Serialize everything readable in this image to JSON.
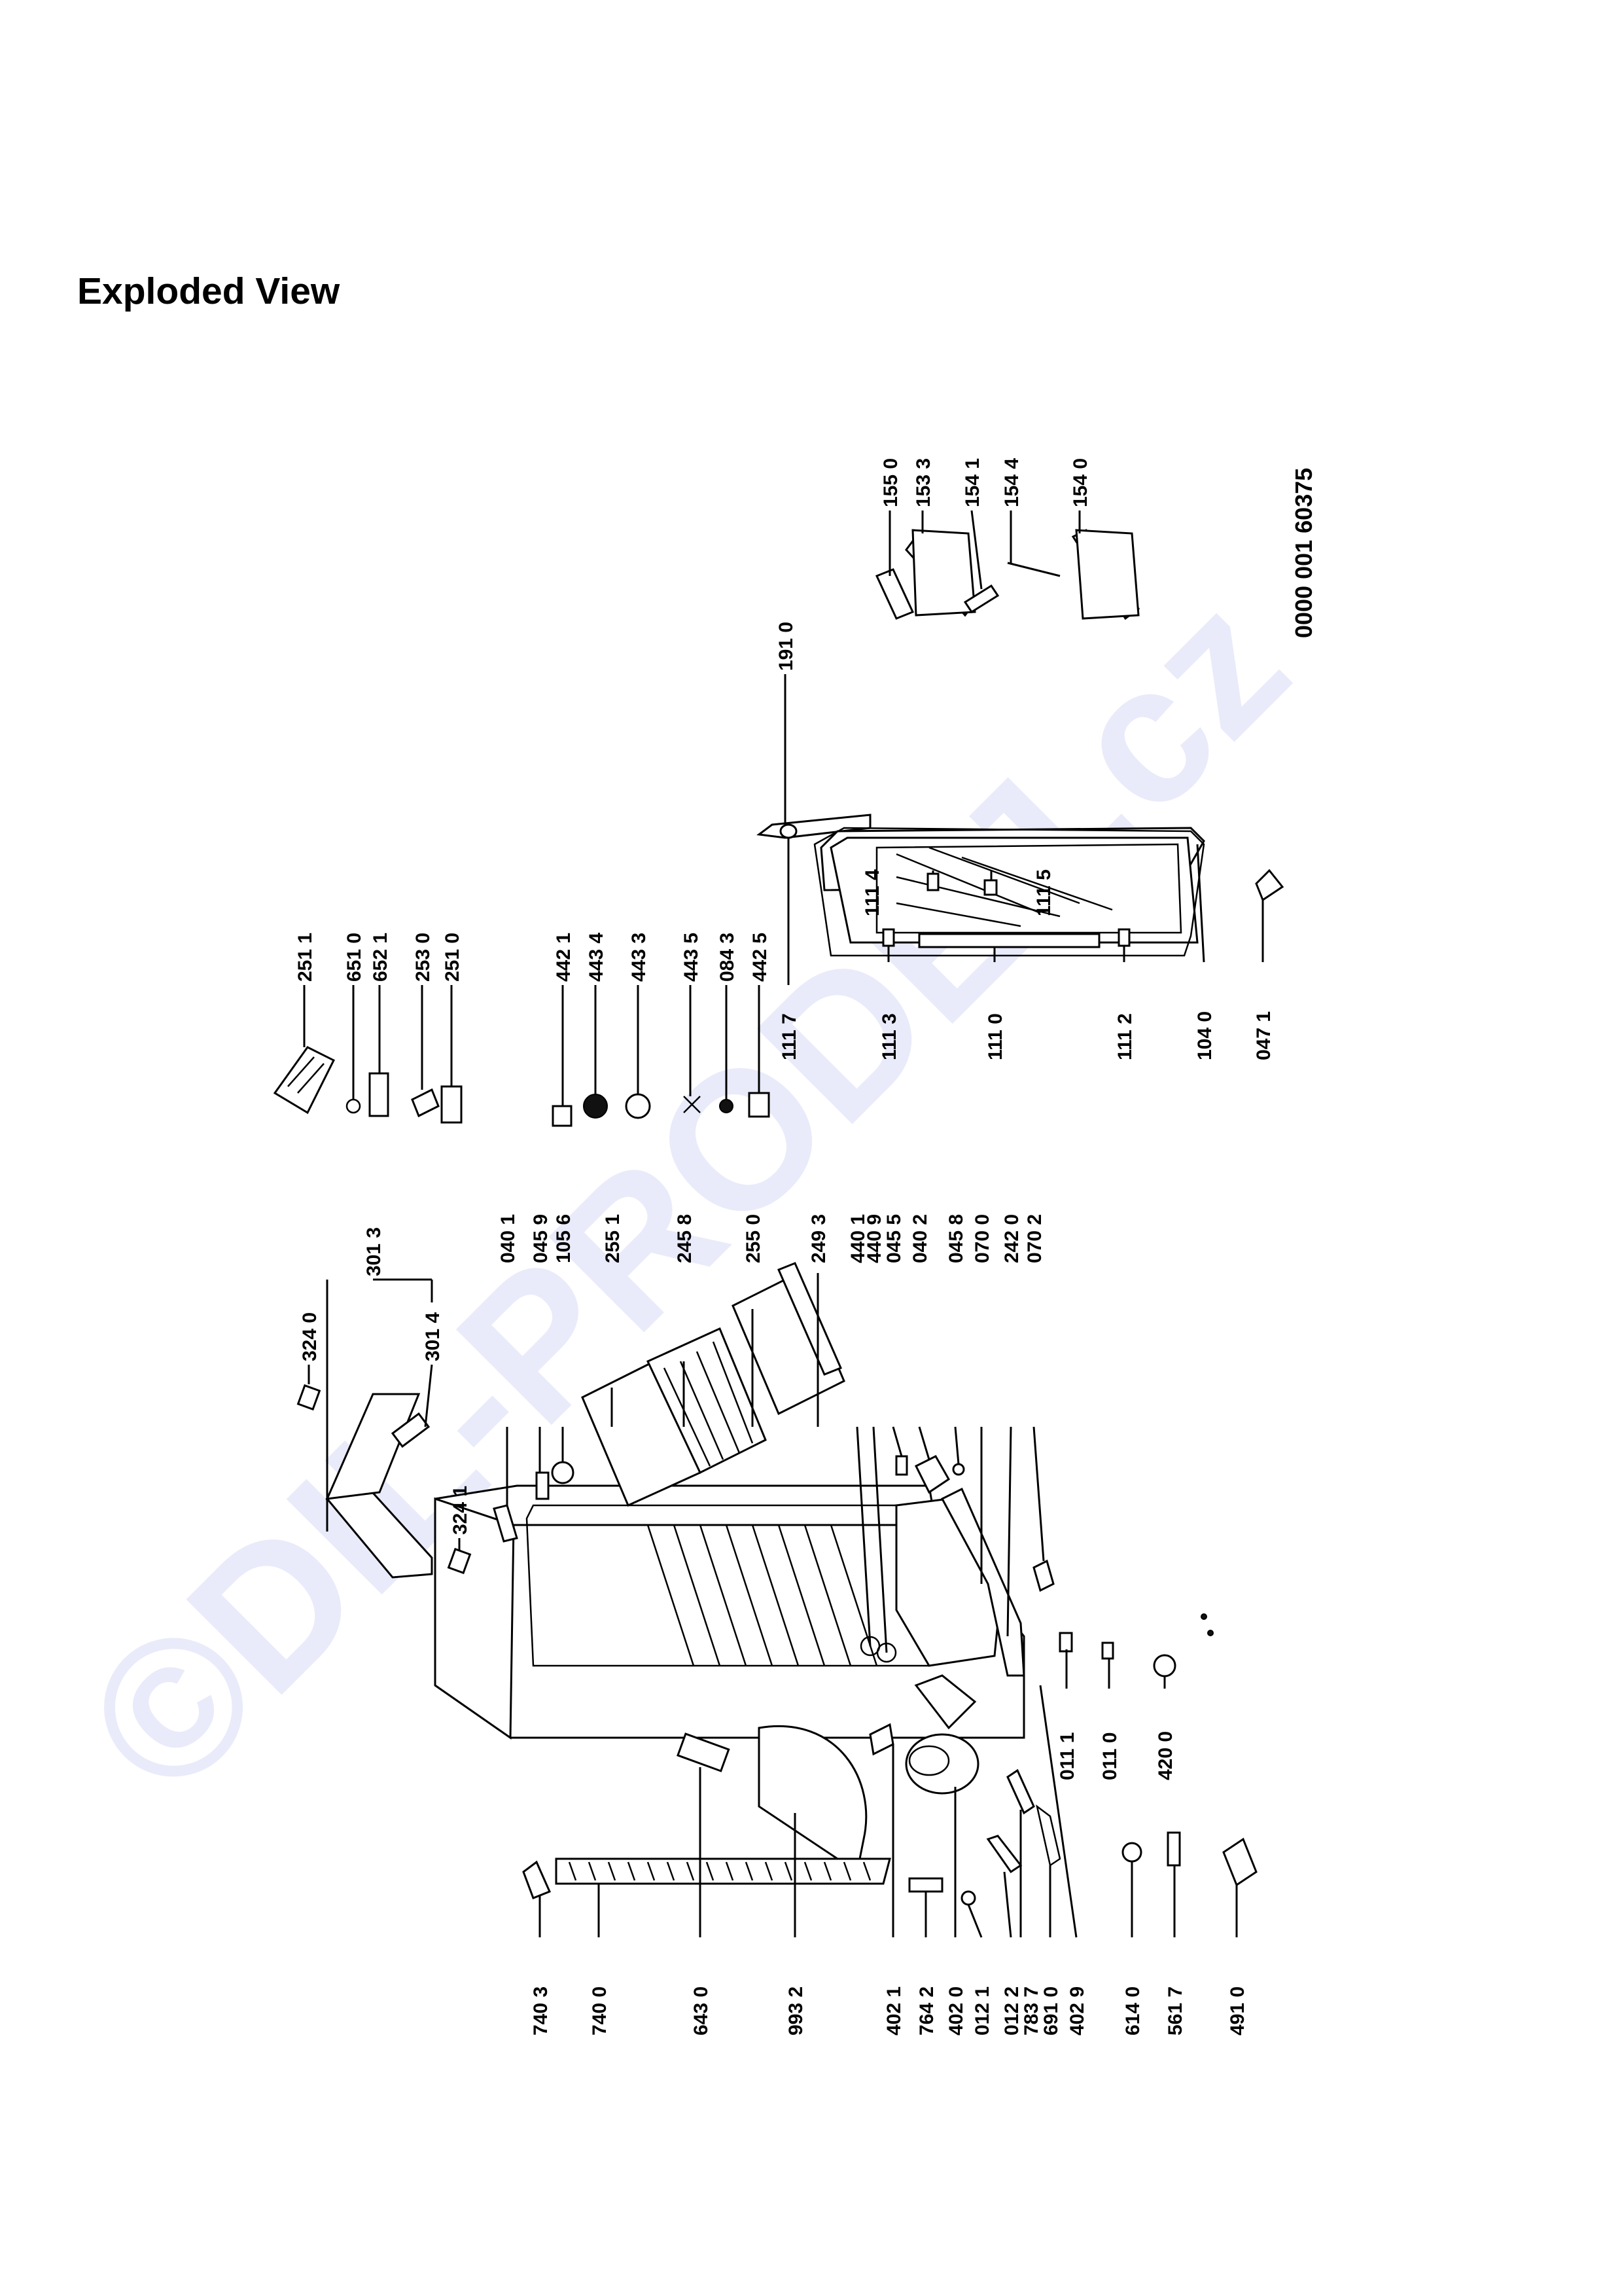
{
  "heading": "Exploded View",
  "watermark": "©DIL-PRODEJ.cz",
  "document_number": "0000 001 60375",
  "part_labels": {
    "p7403": "740 3",
    "p7400": "740 0",
    "p6430": "643 0",
    "p9932": "993 2",
    "p4021": "402 1",
    "p7642": "764 2",
    "p4020": "402 0",
    "p0121": "012 1",
    "p0122": "012 2",
    "p7837": "783 7",
    "p6910": "691 0",
    "p4029": "402 9",
    "p6140": "614 0",
    "p5617": "561 7",
    "p4910": "491 0",
    "p0111": "011 1",
    "p0110": "011 0",
    "p4200": "420 0",
    "p3240": "324 0",
    "p3014": "301 4",
    "p3013": "301 3",
    "p3241": "324 1",
    "p0401a": "040 1",
    "p0459": "045 9",
    "p1056": "105 6",
    "p2551": "255 1",
    "p2458": "245 8",
    "p2550": "255 0",
    "p2493": "249 3",
    "p4401": "440 1",
    "p4409": "440 9",
    "p0455": "045 5",
    "p0402": "040 2",
    "p0458": "045 8",
    "p0700": "070 0",
    "p2420": "242 0",
    "p0702": "070 2",
    "p2511a": "251 1",
    "p6510": "651 0",
    "p6521": "652 1",
    "p2530": "253 0",
    "p2510": "251 0",
    "p4421": "442 1",
    "p4434": "443 4",
    "p4433": "443 3",
    "p4435": "443 5",
    "p0843": "084 3",
    "p4425": "442 5",
    "p1117": "111 7",
    "p1113": "111 3",
    "p1110": "111 0",
    "p1112": "111 2",
    "p1114": "111 4",
    "p1115": "111 5",
    "p1040": "104 0",
    "p0471": "047 1",
    "p1910": "191 0",
    "p1550": "155 0",
    "p1533": "153 3",
    "p1541": "154 1",
    "p1544": "154 4",
    "p1540": "154 0"
  }
}
